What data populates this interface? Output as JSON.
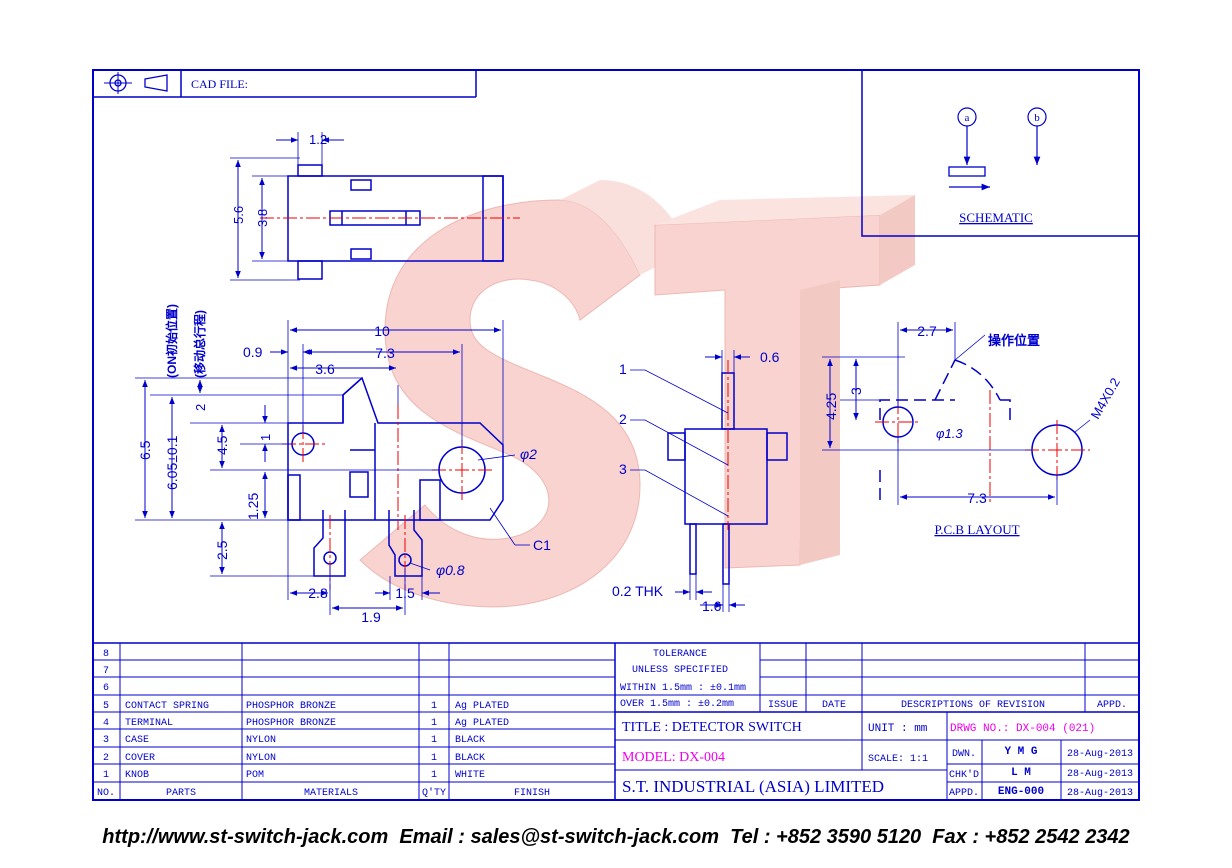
{
  "header": {
    "cad_file_label": "CAD FILE:"
  },
  "schematic": {
    "label": "SCHEMATIC",
    "terminal_a": "a",
    "terminal_b": "b"
  },
  "dims": {
    "top_width_1_2": "1.2",
    "top_h_5_6": "5.6",
    "top_h_3_8": "3.8",
    "front_w_10": "10",
    "front_0_9": "0.9",
    "front_7_3": "7.3",
    "front_3_6": "3.6",
    "front_6_5": "6.5",
    "front_6_05": "6.05±0.1",
    "front_2": "2",
    "front_1": "1",
    "front_4_5": "4.5",
    "front_1_25": "1.25",
    "front_2_5": "2.5",
    "front_phi2": "φ2",
    "front_c1": "C1",
    "front_phi08": "φ0.8",
    "front_2_8": "2.8",
    "front_1_5": "1.5",
    "front_1_9": "1.9",
    "on_position": "(ON初始位置)",
    "total_travel": "(移动总行程)",
    "side_0_6": "0.6",
    "side_1": "1",
    "side_2": "2",
    "side_3": "3",
    "side_0_2_thk": "0.2 THK",
    "side_1_6": "1.6",
    "pcb_2_7": "2.7",
    "pcb_4_25": "4.25",
    "pcb_3": "3",
    "pcb_phi13": "φ1.3",
    "pcb_7_3": "7.3",
    "pcb_m4": "M4X0.2",
    "pcb_op_pos": "操作位置",
    "pcb_label": "P.C.B  LAYOUT"
  },
  "bom": {
    "headers": {
      "no": "NO.",
      "parts": "PARTS",
      "materials": "MATERIALS",
      "qty": "Q'TY",
      "finish": "FINISH"
    },
    "rows": [
      {
        "no": "8",
        "parts": "",
        "materials": "",
        "qty": "",
        "finish": ""
      },
      {
        "no": "7",
        "parts": "",
        "materials": "",
        "qty": "",
        "finish": ""
      },
      {
        "no": "6",
        "parts": "",
        "materials": "",
        "qty": "",
        "finish": ""
      },
      {
        "no": "5",
        "parts": "CONTACT SPRING",
        "materials": "PHOSPHOR BRONZE",
        "qty": "1",
        "finish": "Ag PLATED"
      },
      {
        "no": "4",
        "parts": "TERMINAL",
        "materials": "PHOSPHOR BRONZE",
        "qty": "1",
        "finish": "Ag PLATED"
      },
      {
        "no": "3",
        "parts": "CASE",
        "materials": "NYLON",
        "qty": "1",
        "finish": "BLACK"
      },
      {
        "no": "2",
        "parts": "COVER",
        "materials": "NYLON",
        "qty": "1",
        "finish": "BLACK"
      },
      {
        "no": "1",
        "parts": "KNOB",
        "materials": "POM",
        "qty": "1",
        "finish": "WHITE"
      }
    ]
  },
  "tolerance": {
    "title1": "TOLERANCE",
    "title2": "UNLESS   SPECIFIED",
    "within": "WITHIN  1.5mm : ±0.1mm",
    "over": "OVER     1.5mm : ±0.2mm"
  },
  "revision": {
    "issue": "ISSUE",
    "date": "DATE",
    "desc": "DESCRIPTIONS  OF  REVISION",
    "appd": "APPD."
  },
  "title_block": {
    "title": "TITLE : DETECTOR SWITCH",
    "unit": "UNIT :   mm",
    "drwg_no": "DRWG NO.: DX-004 (021)",
    "model": "MODEL: DX-004",
    "scale": "SCALE:   1:1",
    "company": "S.T.  INDUSTRIAL  (ASIA)  LIMITED",
    "dwn_label": "DWN.",
    "dwn_name": "Y M G",
    "dwn_date": "28-Aug-2013",
    "chkd_label": "CHK'D",
    "chkd_name": "L M",
    "chkd_date": "28-Aug-2013",
    "appd_label": "APPD.",
    "appd_name": "ENG-000",
    "appd_date": "28-Aug-2013"
  },
  "watermark": {
    "text": "ST"
  },
  "footer": {
    "text": "http://www.st-switch-jack.com  Email : sales@st-switch-jack.com  Tel : +852 3590 5120  Fax : +852 2542 2342"
  },
  "colors": {
    "ink": "#0000cc",
    "center": "#ee0000",
    "magenta": "#ee00ee",
    "watermark": "#f4a6a0"
  }
}
